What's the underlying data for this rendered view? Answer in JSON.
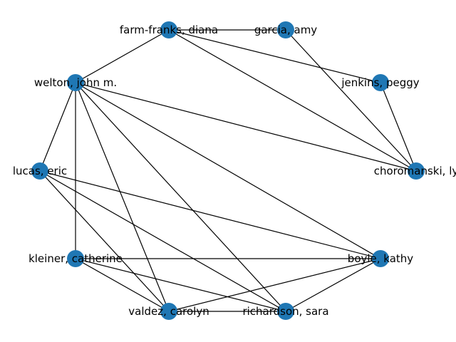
{
  "colors": {
    "node": "#1f77b4",
    "edge": "#000000",
    "label": "#000000",
    "background": "#ffffff"
  },
  "nodes": [
    {
      "id": "farm",
      "label": "farm-franks, diana"
    },
    {
      "id": "garcia",
      "label": "garcia, amy"
    },
    {
      "id": "jenkins",
      "label": "jenkins, peggy"
    },
    {
      "id": "welton",
      "label": "welton, john m."
    },
    {
      "id": "choromanski",
      "label": "choromanski, ly"
    },
    {
      "id": "lucas",
      "label": "lucas, eric"
    },
    {
      "id": "kleiner",
      "label": "kleiner, catherine"
    },
    {
      "id": "boyle",
      "label": "boyle, kathy"
    },
    {
      "id": "valdez",
      "label": "valdez, carolyn"
    },
    {
      "id": "richardson",
      "label": "richardson, sara"
    }
  ],
  "edges": [
    [
      "farm",
      "garcia"
    ],
    [
      "farm",
      "welton"
    ],
    [
      "farm",
      "jenkins"
    ],
    [
      "farm",
      "choromanski"
    ],
    [
      "garcia",
      "choromanski"
    ],
    [
      "jenkins",
      "choromanski"
    ],
    [
      "welton",
      "choromanski"
    ],
    [
      "welton",
      "lucas"
    ],
    [
      "welton",
      "kleiner"
    ],
    [
      "welton",
      "boyle"
    ],
    [
      "welton",
      "valdez"
    ],
    [
      "welton",
      "richardson"
    ],
    [
      "lucas",
      "boyle"
    ],
    [
      "lucas",
      "valdez"
    ],
    [
      "lucas",
      "richardson"
    ],
    [
      "kleiner",
      "boyle"
    ],
    [
      "kleiner",
      "valdez"
    ],
    [
      "kleiner",
      "richardson"
    ],
    [
      "valdez",
      "richardson"
    ],
    [
      "valdez",
      "boyle"
    ],
    [
      "richardson",
      "boyle"
    ]
  ]
}
